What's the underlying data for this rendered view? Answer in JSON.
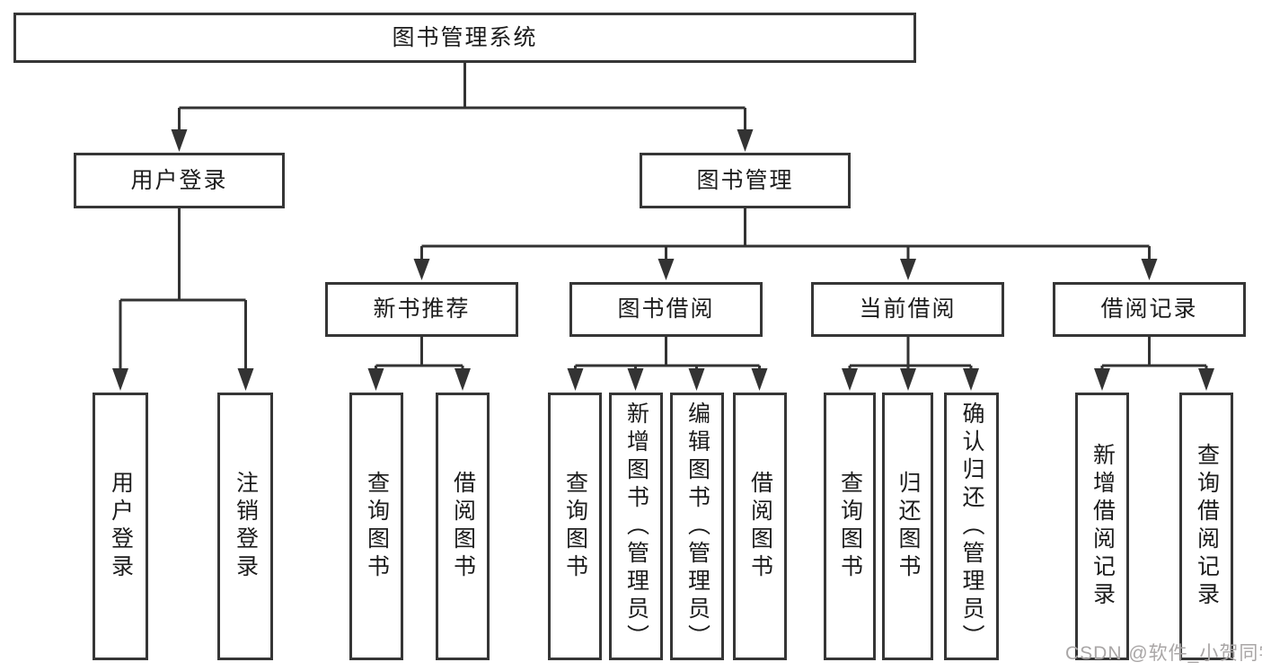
{
  "diagram": {
    "type": "hierarchy-tree",
    "title": "图书管理系统",
    "watermark": "CSDN @软件_小贺同学",
    "colors": {
      "background": "#ffffff",
      "box_fill": "#ffffff",
      "box_border": "#363636",
      "connector_line": "#333333",
      "text": "#1c1c1c",
      "watermark_text": "#a9a6a6"
    }
  },
  "tree": {
    "label": "图书管理系统",
    "children": [
      {
        "label": "用户登录",
        "children": [
          {
            "label": "用户登录"
          },
          {
            "label": "注销登录"
          }
        ]
      },
      {
        "label": "图书管理",
        "children": [
          {
            "label": "新书推荐",
            "children": [
              {
                "label": "查询图书"
              },
              {
                "label": "借阅图书"
              }
            ]
          },
          {
            "label": "图书借阅",
            "children": [
              {
                "label": "查询图书"
              },
              {
                "label": "新增图书（管理员）"
              },
              {
                "label": "编辑图书（管理员）"
              },
              {
                "label": "借阅图书"
              }
            ]
          },
          {
            "label": "当前借阅",
            "children": [
              {
                "label": "查询图书"
              },
              {
                "label": "归还图书"
              },
              {
                "label": "确认归还（管理员）"
              }
            ]
          },
          {
            "label": "借阅记录",
            "children": [
              {
                "label": "新增借阅记录"
              },
              {
                "label": "查询借阅记录"
              }
            ]
          }
        ]
      }
    ]
  }
}
